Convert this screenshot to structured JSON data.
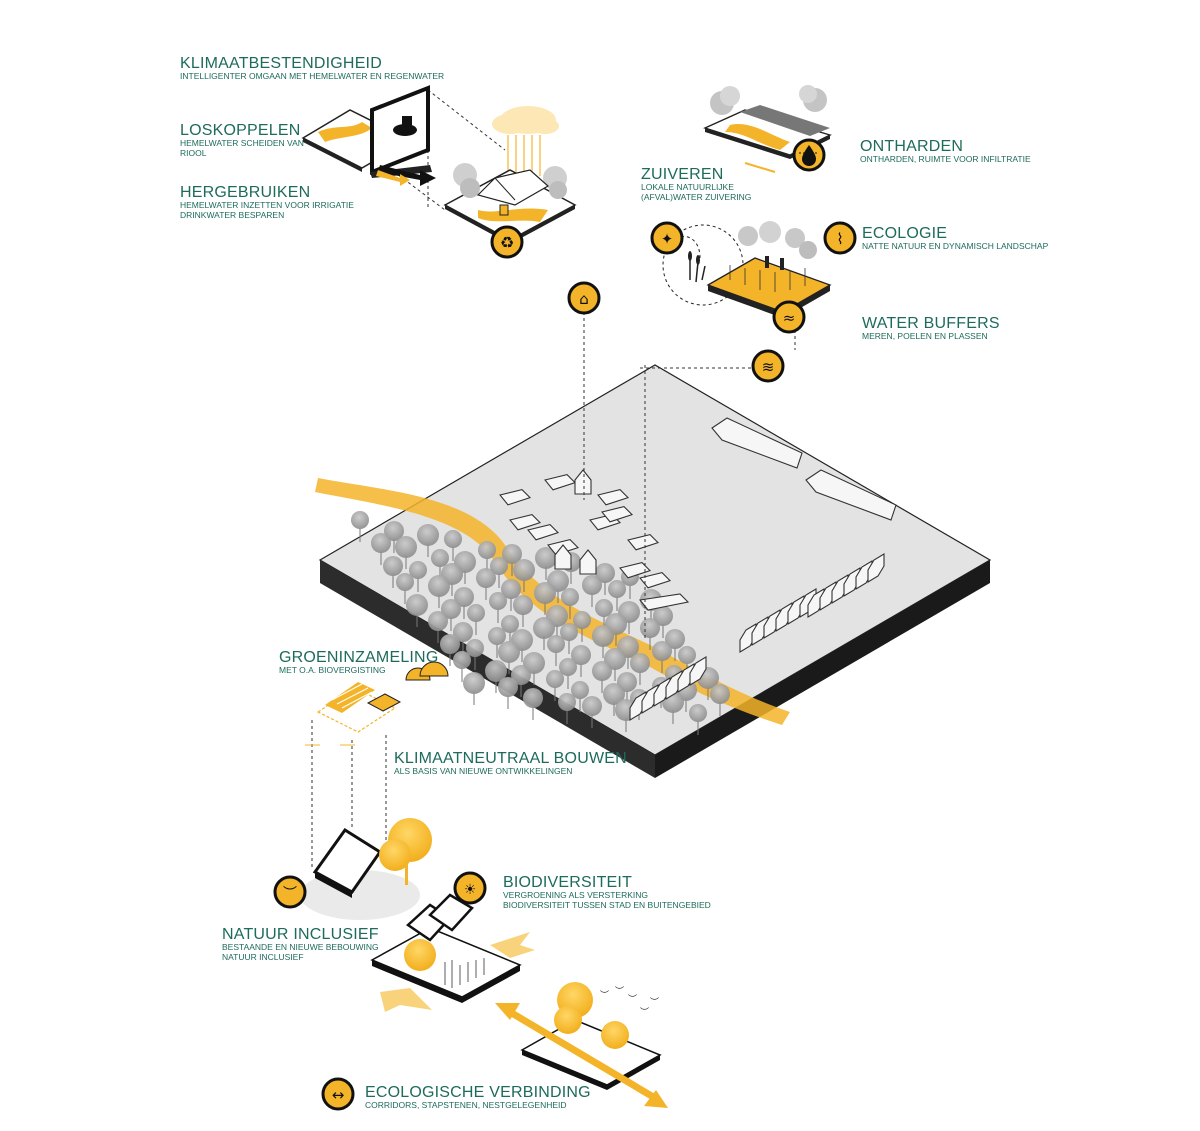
{
  "colors": {
    "accent": "#f4b42a",
    "accent_dark": "#e29a12",
    "text": "#1d6b5c",
    "ink": "#111111",
    "block_top": "#e3e3e3",
    "block_side": "#2a2a2a",
    "tree": "#9a9a9a"
  },
  "labels": {
    "klimaat": {
      "title": "KLIMAATBESTENDIGHEID",
      "sub": "INTELLIGENTER OMGAAN MET HEMELWATER EN REGENWATER"
    },
    "loskoppelen": {
      "title": "LOSKOPPELEN",
      "sub": "HEMELWATER SCHEIDEN VAN\nRIOOL"
    },
    "hergebruiken": {
      "title": "HERGEBRUIKEN",
      "sub": "HEMELWATER INZETTEN VOOR IRRIGATIE\nDRINKWATER BESPAREN"
    },
    "ontharden": {
      "title": "ONTHARDEN",
      "sub": "ONTHARDEN, RUIMTE VOOR INFILTRATIE"
    },
    "zuiveren": {
      "title": "ZUIVEREN",
      "sub": "LOKALE NATUURLIJKE\n(AFVAL)WATER ZUIVERING"
    },
    "ecologie": {
      "title": "ECOLOGIE",
      "sub": "NATTE NATUUR EN DYNAMISCH LANDSCHAP"
    },
    "water_buffers": {
      "title": "WATER BUFFERS",
      "sub": "MEREN, POELEN EN PLASSEN"
    },
    "groeninzameling": {
      "title": "GROENINZAMELING",
      "sub": "MET O.A. BIOVERGISTING"
    },
    "klimaatneutraal": {
      "title": "KLIMAATNEUTRAAL BOUWEN",
      "sub": "ALS BASIS VAN NIEUWE ONTWIKKELINGEN"
    },
    "biodiversiteit": {
      "title": "BIODIVERSITEIT",
      "sub": "VERGROENING ALS VERSTERKING\nBIODIVERSITEIT TUSSEN STAD EN BUITENGEBIED"
    },
    "natuur_inclusief": {
      "title": "NATUUR INCLUSIEF",
      "sub": "BESTAANDE EN NIEUWE BEBOUWING\nNATUUR INCLUSIEF"
    },
    "ecologische_verbinding": {
      "title": "ECOLOGISCHE VERBINDING",
      "sub": "CORRIDORS, STAPSTENEN, NESTGELEGENHEID"
    }
  },
  "icons": [
    {
      "name": "recycle-icon",
      "glyph": "♻"
    },
    {
      "name": "water-drop-line-icon",
      "glyph": "⊖"
    },
    {
      "name": "sparkle-icon",
      "glyph": "✦"
    },
    {
      "name": "reed-icon",
      "glyph": "⌇"
    },
    {
      "name": "water-buffer-icon",
      "glyph": "≈"
    },
    {
      "name": "drop-house-icon",
      "glyph": "⌂"
    },
    {
      "name": "wave-person-icon",
      "glyph": "≋"
    },
    {
      "name": "bird-icon",
      "glyph": "︶"
    },
    {
      "name": "tree-sun-icon",
      "glyph": "☀"
    },
    {
      "name": "double-arrow-icon",
      "glyph": "↔"
    }
  ]
}
